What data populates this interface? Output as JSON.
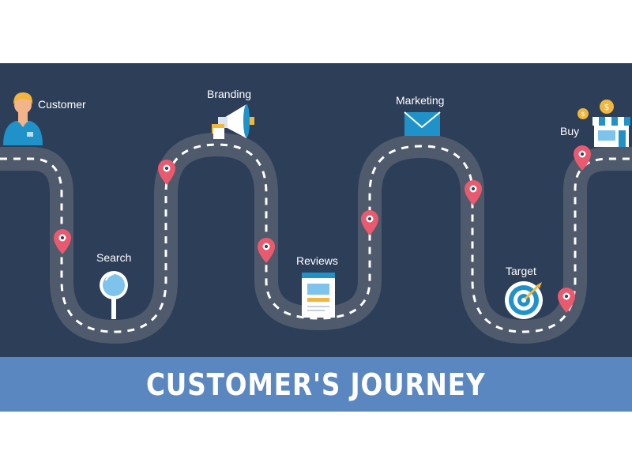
{
  "diagram": {
    "stages": [
      {
        "id": "customer",
        "label": "Customer",
        "icon": "customer-avatar-icon"
      },
      {
        "id": "search",
        "label": "Search",
        "icon": "magnifier-icon"
      },
      {
        "id": "branding",
        "label": "Branding",
        "icon": "megaphone-icon"
      },
      {
        "id": "reviews",
        "label": "Reviews",
        "icon": "review-page-icon"
      },
      {
        "id": "marketing",
        "label": "Marketing",
        "icon": "envelope-icon"
      },
      {
        "id": "target",
        "label": "Target",
        "icon": "target-icon"
      },
      {
        "id": "buy",
        "label": "Buy",
        "icon": "storefront-icon"
      }
    ],
    "route_marker_icon": "map-pin-icon",
    "colors": {
      "background": "#2d3e58",
      "road": "#4f5a6c",
      "road_dashes": "#ffffff",
      "pin": "#e95a6f",
      "banner": "#5b87c1",
      "banner_text": "#ffffff"
    }
  },
  "banner": {
    "title": "CUSTOMER'S JOURNEY"
  }
}
